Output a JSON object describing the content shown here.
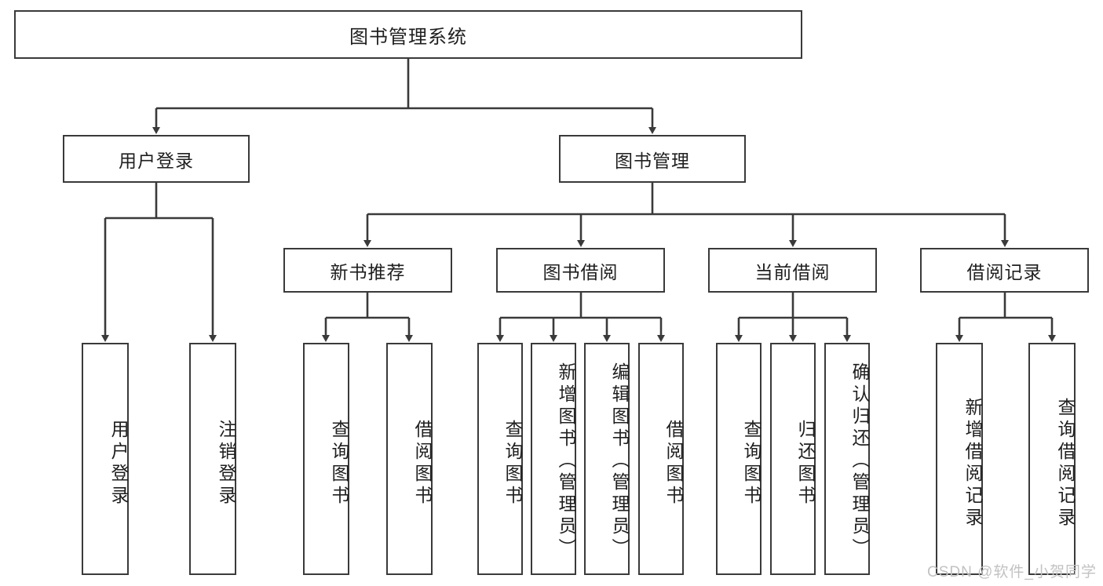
{
  "diagram": {
    "title": "图书管理系统",
    "type": "hierarchy-tree",
    "line_color": "#3a3a3a",
    "text_color": "#1f1f1f",
    "background": "#ffffff",
    "watermark": "CSDN @软件_小贺同学",
    "levels": [
      {
        "level": 1,
        "nodes": [
          {
            "id": "root",
            "label": "图书管理系统",
            "orientation": "horizontal"
          }
        ]
      },
      {
        "level": 2,
        "nodes": [
          {
            "id": "user-login",
            "label": "用户登录",
            "orientation": "horizontal",
            "parent": "root"
          },
          {
            "id": "book-manage",
            "label": "图书管理",
            "orientation": "horizontal",
            "parent": "root"
          }
        ]
      },
      {
        "level": 3,
        "nodes": [
          {
            "id": "new-book-rec",
            "label": "新书推荐",
            "orientation": "horizontal",
            "parent": "book-manage"
          },
          {
            "id": "book-borrow",
            "label": "图书借阅",
            "orientation": "horizontal",
            "parent": "book-manage"
          },
          {
            "id": "current-borrow",
            "label": "当前借阅",
            "orientation": "horizontal",
            "parent": "book-manage"
          },
          {
            "id": "borrow-record",
            "label": "借阅记录",
            "orientation": "horizontal",
            "parent": "book-manage"
          }
        ]
      },
      {
        "level": 4,
        "nodes": [
          {
            "id": "leaf-user-login",
            "label": "用户登录",
            "orientation": "vertical",
            "parent": "user-login"
          },
          {
            "id": "leaf-logout",
            "label": "注销登录",
            "orientation": "vertical",
            "parent": "user-login"
          },
          {
            "id": "leaf-query-book-1",
            "label": "查询图书",
            "orientation": "vertical",
            "parent": "new-book-rec"
          },
          {
            "id": "leaf-borrow-book-1",
            "label": "借阅图书",
            "orientation": "vertical",
            "parent": "new-book-rec"
          },
          {
            "id": "leaf-query-book-2",
            "label": "查询图书",
            "orientation": "vertical",
            "parent": "book-borrow"
          },
          {
            "id": "leaf-add-book",
            "label": "新增图书（管理员）",
            "orientation": "vertical",
            "parent": "book-borrow"
          },
          {
            "id": "leaf-edit-book",
            "label": "编辑图书（管理员）",
            "orientation": "vertical",
            "parent": "book-borrow"
          },
          {
            "id": "leaf-borrow-book-2",
            "label": "借阅图书",
            "orientation": "vertical",
            "parent": "book-borrow"
          },
          {
            "id": "leaf-query-book-3",
            "label": "查询图书",
            "orientation": "vertical",
            "parent": "current-borrow"
          },
          {
            "id": "leaf-return-book",
            "label": "归还图书",
            "orientation": "vertical",
            "parent": "current-borrow"
          },
          {
            "id": "leaf-confirm-return",
            "label": "确认归还（管理员）",
            "orientation": "vertical",
            "parent": "current-borrow"
          },
          {
            "id": "leaf-add-record",
            "label": "新增借阅记录",
            "orientation": "vertical",
            "parent": "borrow-record"
          },
          {
            "id": "leaf-query-record",
            "label": "查询借阅记录",
            "orientation": "vertical",
            "parent": "borrow-record"
          }
        ]
      }
    ]
  }
}
